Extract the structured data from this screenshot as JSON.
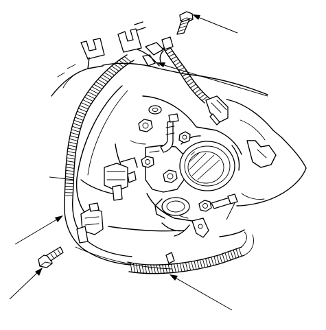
{
  "figure": {
    "kind": "exploded-view line drawing",
    "line_color": "#000000",
    "background": "#ffffff",
    "callouts": [
      {
        "target": "bolt-top"
      },
      {
        "target": "harness-clip"
      },
      {
        "target": "harness-right-connector"
      },
      {
        "target": "harness-left-sheath"
      },
      {
        "target": "bolt-bottom-left"
      },
      {
        "target": "harness-bottom-clip"
      }
    ]
  }
}
